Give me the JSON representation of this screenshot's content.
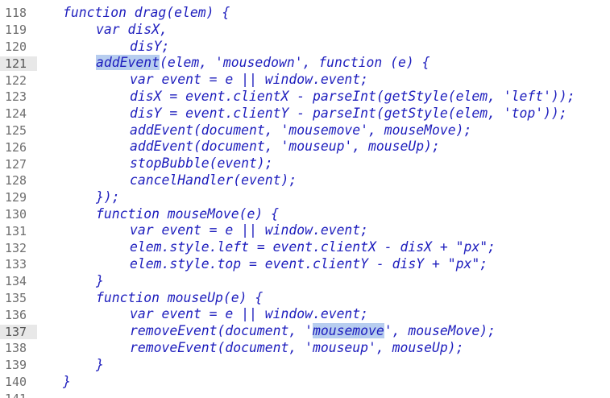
{
  "lines": [
    {
      "num": "118",
      "indent": 0,
      "text": "function drag(elem) {"
    },
    {
      "num": "119",
      "indent": 1,
      "text": "var disX,"
    },
    {
      "num": "120",
      "indent": 2,
      "text": "disY;"
    },
    {
      "num": "121",
      "indent": 1,
      "text": "addEvent(elem, 'mousedown', function (e) {",
      "active": true
    },
    {
      "num": "122",
      "indent": 2,
      "text": "var event = e || window.event;"
    },
    {
      "num": "123",
      "indent": 2,
      "text": "disX = event.clientX - parseInt(getStyle(elem, 'left'));"
    },
    {
      "num": "124",
      "indent": 2,
      "text": "disY = event.clientY - parseInt(getStyle(elem, 'top'));"
    },
    {
      "num": "125",
      "indent": 2,
      "text": "addEvent(document, 'mousemove', mouseMove);"
    },
    {
      "num": "126",
      "indent": 2,
      "text": "addEvent(document, 'mouseup', mouseUp);"
    },
    {
      "num": "127",
      "indent": 2,
      "text": "stopBubble(event);"
    },
    {
      "num": "128",
      "indent": 2,
      "text": "cancelHandler(event);"
    },
    {
      "num": "129",
      "indent": 1,
      "text": "});"
    },
    {
      "num": "130",
      "indent": 1,
      "text": "function mouseMove(e) {"
    },
    {
      "num": "131",
      "indent": 2,
      "text": "var event = e || window.event;"
    },
    {
      "num": "132",
      "indent": 2,
      "text": "elem.style.left = event.clientX - disX + \"px\";"
    },
    {
      "num": "133",
      "indent": 2,
      "text": "elem.style.top = event.clientY - disY + \"px\";"
    },
    {
      "num": "134",
      "indent": 1,
      "text": "}"
    },
    {
      "num": "135",
      "indent": 1,
      "text": "function mouseUp(e) {"
    },
    {
      "num": "136",
      "indent": 2,
      "text": "var event = e || window.event;"
    },
    {
      "num": "137",
      "indent": 2,
      "text": "removeEvent(document, 'mousemove', mouseMove);",
      "active": true
    },
    {
      "num": "138",
      "indent": 2,
      "text": "removeEvent(document, 'mouseup', mouseUp);"
    },
    {
      "num": "139",
      "indent": 1,
      "text": "}"
    },
    {
      "num": "140",
      "indent": 0,
      "text": "}"
    },
    {
      "num": "141",
      "indent": 0,
      "text": ""
    }
  ],
  "selection_words": [
    "addEvent",
    "mousemove"
  ]
}
